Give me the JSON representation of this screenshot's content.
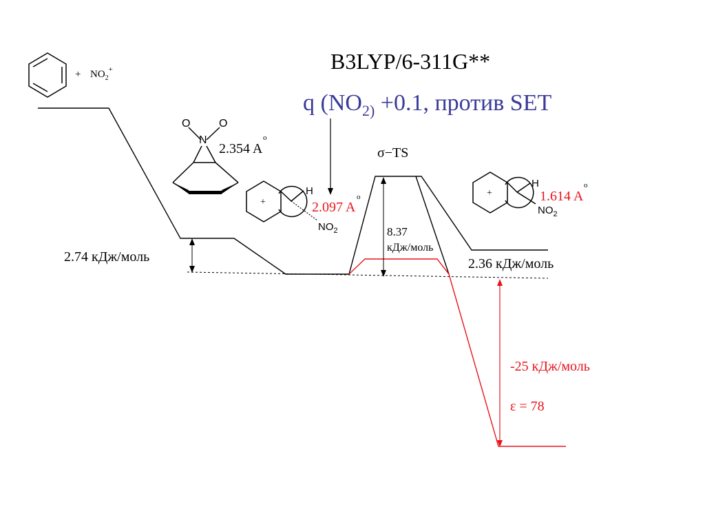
{
  "title": "B3LYP/6-311G**",
  "subtitle": {
    "q": "q (NO",
    "sub": "2)",
    "rest": " +0.1, против SET"
  },
  "reactants": {
    "plus": "+",
    "no2": "NO",
    "no2_sub": "2",
    "no2_sup": "+"
  },
  "pi_complex": {
    "o_left": "O",
    "o_right": "O",
    "n": "N",
    "distance": "2.354",
    "unit": "A",
    "ring_mark": "o"
  },
  "sigma_ts": {
    "label": "σ−TS",
    "h": "H",
    "no2": "NO",
    "no2_sub": "2",
    "plus": "+",
    "distance": "2.097",
    "unit": "A",
    "ring_mark": "o",
    "barrier_value": "8.37",
    "barrier_unit": "кДж/моль"
  },
  "product": {
    "h": "H",
    "no2": "NO",
    "no2_sub": "2",
    "plus": "+",
    "distance": "1.614",
    "unit": "A",
    "ring_mark": "o"
  },
  "energies": {
    "left": "2.74 кДж/моль",
    "right": "2.36 кДж/моль",
    "solvent": "-25 кДж/моль",
    "epsilon": "ε = 78"
  },
  "colors": {
    "title": "#000000",
    "subtitle": "#3a3a9a",
    "red": "#e8141c",
    "black": "#000000"
  }
}
